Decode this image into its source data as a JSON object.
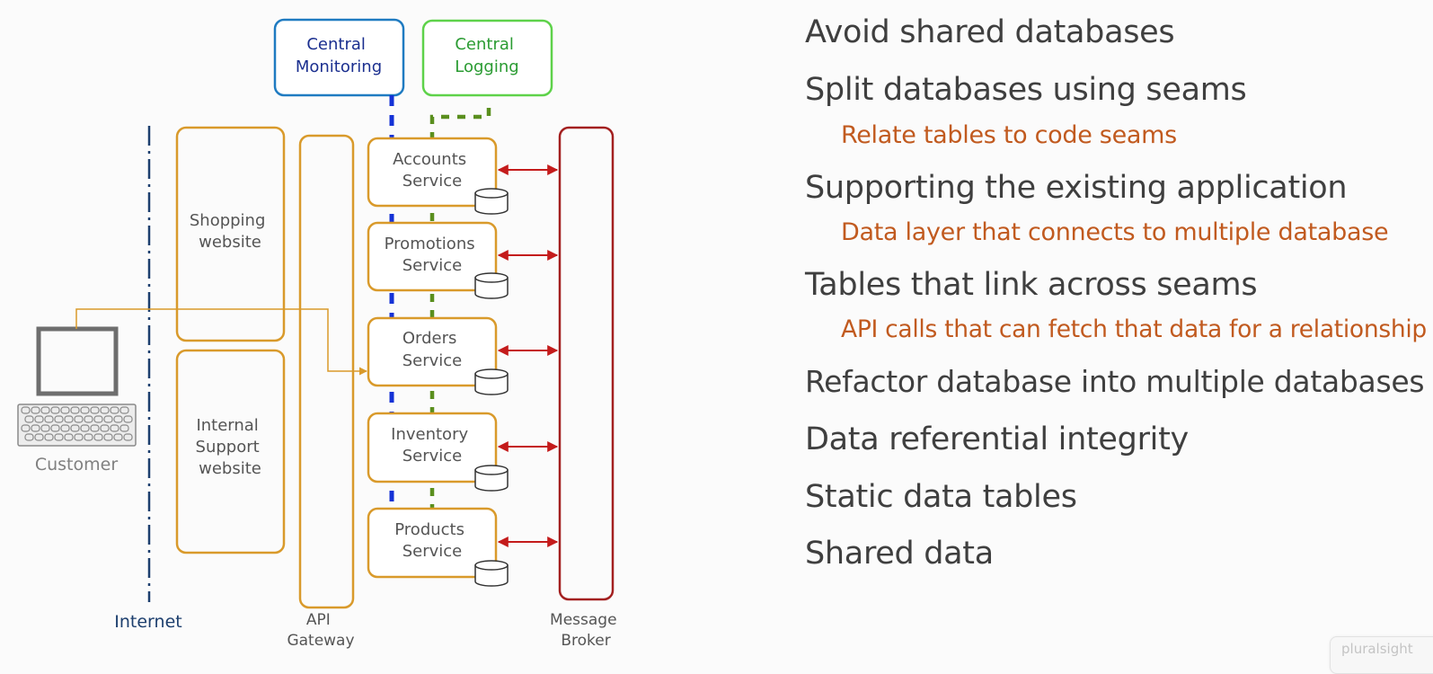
{
  "diagram": {
    "central_monitoring": [
      "Central",
      "Monitoring"
    ],
    "central_logging": [
      "Central",
      "Logging"
    ],
    "shopping_website": [
      "Shopping",
      "website"
    ],
    "internal_support_website": [
      "Internal",
      "Support",
      "website"
    ],
    "customer": "Customer",
    "internet": "Internet",
    "api_gateway": [
      "API",
      "Gateway"
    ],
    "message_broker": [
      "Message",
      "Broker"
    ],
    "services": [
      [
        "Accounts",
        "Service"
      ],
      [
        "Promotions",
        "Service"
      ],
      [
        "Orders",
        "Service"
      ],
      [
        "Inventory",
        "Service"
      ],
      [
        "Products",
        "Service"
      ]
    ],
    "colors": {
      "orange": "#d99a2b",
      "monitoring_blue": "#1f7bc1",
      "monitoring_text": "#1b2f8f",
      "logging_green": "#5ed24a",
      "logging_text": "#2a9b32",
      "dashed_blue": "#1432d6",
      "dashed_green": "#5a8f1e",
      "broker_red": "#a32020",
      "arrow_red": "#c41b1b",
      "internet_blue": "#1d3f6e"
    }
  },
  "bullets": [
    {
      "text": "Avoid shared databases"
    },
    {
      "text": "Split databases using seams",
      "sub": "Relate tables to code seams"
    },
    {
      "text": "Supporting the existing application",
      "sub": "Data layer that connects to multiple database"
    },
    {
      "text": "Tables that link across seams",
      "sub": "API calls that can fetch that data for a relationship"
    },
    {
      "text": "Refactor database into multiple databases"
    },
    {
      "text": "Data referential integrity"
    },
    {
      "text": "Static data tables"
    },
    {
      "text": "Shared data"
    }
  ],
  "watermark": "pluralsight"
}
